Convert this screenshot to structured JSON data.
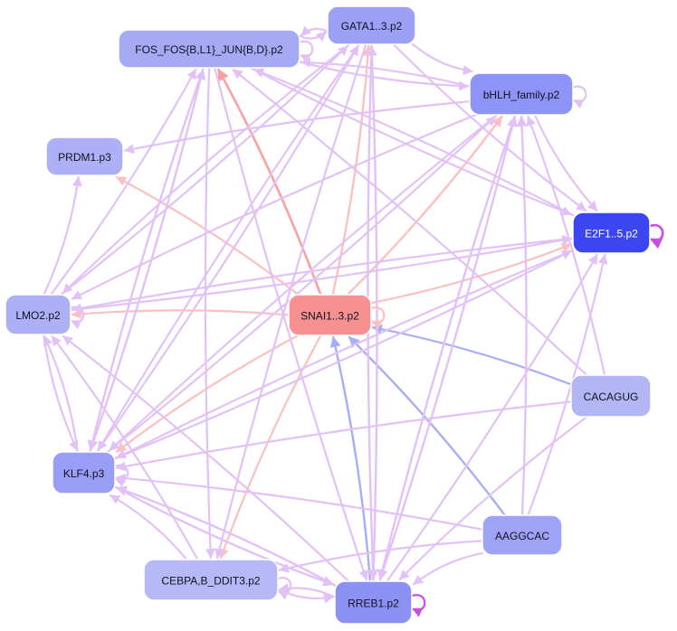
{
  "nodes": [
    {
      "id": "gata",
      "label": "GATA1..3.p2",
      "fill": "#9ca1f6"
    },
    {
      "id": "fos",
      "label": "FOS_FOS{B,L1}_JUN{B,D}.p2",
      "fill": "#a6aaf3"
    },
    {
      "id": "bhlh",
      "label": "bHLH_family.p2",
      "fill": "#8e94f6"
    },
    {
      "id": "prdm1",
      "label": "PRDM1.p3",
      "fill": "#adb0f4"
    },
    {
      "id": "e2f",
      "label": "E2F1..5.p2",
      "fill": "#3c46f0",
      "text_color": "#ffffff"
    },
    {
      "id": "lmo2",
      "label": "LMO2.p2",
      "fill": "#adb0f4"
    },
    {
      "id": "snai",
      "label": "SNAI1..3.p2",
      "fill": "#f79191"
    },
    {
      "id": "cacagug",
      "label": "CACAGUG",
      "fill": "#b3b6f5"
    },
    {
      "id": "klf4",
      "label": "KLF4.p3",
      "fill": "#989df6"
    },
    {
      "id": "aaggcac",
      "label": "AAGGCAC",
      "fill": "#9fa3f5"
    },
    {
      "id": "cebpa",
      "label": "CEBPA,B_DDIT3.p2",
      "fill": "#b6b9f5"
    },
    {
      "id": "rreb1",
      "label": "RREB1.p2",
      "fill": "#8c92f4"
    }
  ],
  "edge_colors": {
    "violet": "#e2c2f6",
    "red": "#f9a0a0",
    "pink": "#fcc0c0",
    "blue": "#a8aef5",
    "magenta": "#c94ee6"
  },
  "edges": [
    {
      "from": "snai",
      "to": "fos",
      "color": "red",
      "w": 2.6
    },
    {
      "from": "snai",
      "to": "gata",
      "color": "pink",
      "w": 2.4
    },
    {
      "from": "snai",
      "to": "bhlh",
      "color": "pink",
      "w": 2.4
    },
    {
      "from": "snai",
      "to": "prdm1",
      "color": "pink",
      "w": 2.2
    },
    {
      "from": "snai",
      "to": "e2f",
      "color": "pink",
      "w": 2.2
    },
    {
      "from": "snai",
      "to": "lmo2",
      "color": "pink",
      "w": 2.2
    },
    {
      "from": "snai",
      "to": "klf4",
      "color": "pink",
      "w": 2.2
    },
    {
      "from": "snai",
      "to": "cebpa",
      "color": "pink",
      "w": 2.2
    },
    {
      "from": "cacagug",
      "to": "snai",
      "color": "blue",
      "w": 2.2
    },
    {
      "from": "aaggcac",
      "to": "snai",
      "color": "blue",
      "w": 2.4
    },
    {
      "from": "rreb1",
      "to": "snai",
      "color": "blue",
      "w": 2.4
    },
    {
      "from": "gata",
      "to": "fos",
      "color": "violet",
      "w": 2.2
    },
    {
      "from": "gata",
      "to": "bhlh",
      "color": "violet",
      "w": 2.2
    },
    {
      "from": "gata",
      "to": "klf4",
      "color": "violet",
      "w": 2.2
    },
    {
      "from": "gata",
      "to": "lmo2",
      "color": "violet",
      "w": 2.2
    },
    {
      "from": "gata",
      "to": "e2f",
      "color": "violet",
      "w": 2.2
    },
    {
      "from": "gata",
      "to": "cebpa",
      "color": "violet",
      "w": 2.2
    },
    {
      "from": "gata",
      "to": "rreb1",
      "color": "violet",
      "w": 2.4
    },
    {
      "from": "bhlh",
      "to": "fos",
      "color": "violet",
      "w": 2.2
    },
    {
      "from": "bhlh",
      "to": "prdm1",
      "color": "violet",
      "w": 2.2
    },
    {
      "from": "bhlh",
      "to": "lmo2",
      "color": "violet",
      "w": 2.2
    },
    {
      "from": "bhlh",
      "to": "klf4",
      "color": "violet",
      "w": 2.2
    },
    {
      "from": "bhlh",
      "to": "rreb1",
      "color": "violet",
      "w": 2.4
    },
    {
      "from": "bhlh",
      "to": "e2f",
      "color": "violet",
      "w": 2.2
    },
    {
      "from": "fos",
      "to": "bhlh",
      "color": "violet",
      "w": 2.2
    },
    {
      "from": "fos",
      "to": "klf4",
      "color": "violet",
      "w": 2.4
    },
    {
      "from": "fos",
      "to": "cebpa",
      "color": "violet",
      "w": 2.2
    },
    {
      "from": "fos",
      "to": "rreb1",
      "color": "violet",
      "w": 2.2
    },
    {
      "from": "fos",
      "to": "e2f",
      "color": "violet",
      "w": 2.2
    },
    {
      "from": "fos",
      "to": "gata",
      "color": "violet",
      "w": 2.2
    },
    {
      "from": "e2f",
      "to": "lmo2",
      "color": "violet",
      "w": 2.2
    },
    {
      "from": "e2f",
      "to": "klf4",
      "color": "violet",
      "w": 2.2
    },
    {
      "from": "e2f",
      "to": "fos",
      "color": "violet",
      "w": 2.2
    },
    {
      "from": "cacagug",
      "to": "bhlh",
      "color": "violet",
      "w": 2.2
    },
    {
      "from": "cacagug",
      "to": "fos",
      "color": "violet",
      "w": 2.2
    },
    {
      "from": "cacagug",
      "to": "klf4",
      "color": "violet",
      "w": 2.2
    },
    {
      "from": "cacagug",
      "to": "rreb1",
      "color": "violet",
      "w": 2.2
    },
    {
      "from": "aaggcac",
      "to": "bhlh",
      "color": "violet",
      "w": 2.4
    },
    {
      "from": "aaggcac",
      "to": "e2f",
      "color": "violet",
      "w": 2.2
    },
    {
      "from": "aaggcac",
      "to": "klf4",
      "color": "violet",
      "w": 2.2
    },
    {
      "from": "aaggcac",
      "to": "cebpa",
      "color": "violet",
      "w": 2.2
    },
    {
      "from": "aaggcac",
      "to": "rreb1",
      "color": "violet",
      "w": 2.2
    },
    {
      "from": "rreb1",
      "to": "bhlh",
      "color": "violet",
      "w": 2.4
    },
    {
      "from": "rreb1",
      "to": "gata",
      "color": "violet",
      "w": 2.4
    },
    {
      "from": "rreb1",
      "to": "e2f",
      "color": "violet",
      "w": 2.2
    },
    {
      "from": "rreb1",
      "to": "klf4",
      "color": "violet",
      "w": 2.4
    },
    {
      "from": "rreb1",
      "to": "cebpa",
      "color": "violet",
      "w": 2.2
    },
    {
      "from": "rreb1",
      "to": "lmo2",
      "color": "violet",
      "w": 2.2
    },
    {
      "from": "klf4",
      "to": "fos",
      "color": "violet",
      "w": 2.4
    },
    {
      "from": "klf4",
      "to": "lmo2",
      "color": "violet",
      "w": 2.2
    },
    {
      "from": "klf4",
      "to": "e2f",
      "color": "violet",
      "w": 2.2
    },
    {
      "from": "klf4",
      "to": "rreb1",
      "color": "violet",
      "w": 2.4
    },
    {
      "from": "klf4",
      "to": "gata",
      "color": "violet",
      "w": 2.2
    },
    {
      "from": "klf4",
      "to": "bhlh",
      "color": "violet",
      "w": 2.2
    },
    {
      "from": "cebpa",
      "to": "lmo2",
      "color": "violet",
      "w": 2.2
    },
    {
      "from": "cebpa",
      "to": "klf4",
      "color": "violet",
      "w": 2.2
    },
    {
      "from": "cebpa",
      "to": "rreb1",
      "color": "violet",
      "w": 2.2
    },
    {
      "from": "lmo2",
      "to": "prdm1",
      "color": "violet",
      "w": 2.2
    },
    {
      "from": "lmo2",
      "to": "fos",
      "color": "violet",
      "w": 2.2
    },
    {
      "from": "lmo2",
      "to": "klf4",
      "color": "violet",
      "w": 2.2
    },
    {
      "from": "lmo2",
      "to": "gata",
      "color": "violet",
      "w": 2.2
    },
    {
      "from": "lmo2",
      "to": "e2f",
      "color": "violet",
      "w": 2.2
    }
  ],
  "self_loops": [
    {
      "node": "fos",
      "color": "violet",
      "w": 2.2
    },
    {
      "node": "bhlh",
      "color": "violet",
      "w": 2.2
    },
    {
      "node": "e2f",
      "color": "magenta",
      "w": 2.6
    },
    {
      "node": "snai",
      "color": "pink",
      "w": 2.2
    },
    {
      "node": "lmo2",
      "color": "violet",
      "w": 2.2
    },
    {
      "node": "klf4",
      "color": "violet",
      "w": 2.2
    },
    {
      "node": "cebpa",
      "color": "violet",
      "w": 2.2
    },
    {
      "node": "rreb1",
      "color": "magenta",
      "w": 2.2
    }
  ]
}
